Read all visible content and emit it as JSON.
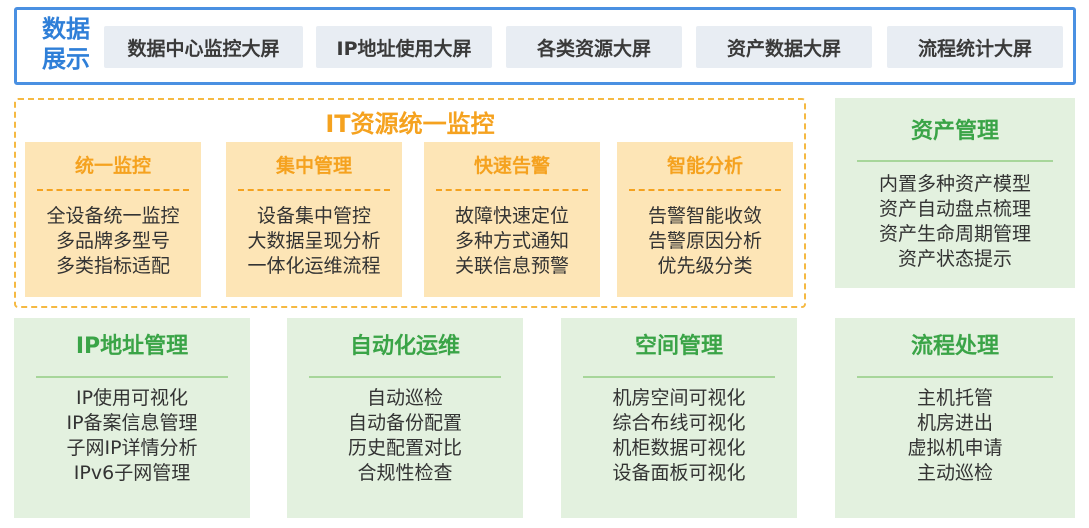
{
  "data_display": {
    "label_line1": "数据",
    "label_line2": "展示",
    "tabs": [
      "数据中心监控大屏",
      "IP地址使用大屏",
      "各类资源大屏",
      "资产数据大屏",
      "流程统计大屏"
    ]
  },
  "it_monitor": {
    "title": "IT资源统一监控",
    "cards": [
      {
        "title": "统一监控",
        "lines": [
          "全设备统一监控",
          "多品牌多型号",
          "多类指标适配"
        ]
      },
      {
        "title": "集中管理",
        "lines": [
          "设备集中管控",
          "大数据呈现分析",
          "一体化运维流程"
        ]
      },
      {
        "title": "快速告警",
        "lines": [
          "故障快速定位",
          "多种方式通知",
          "关联信息预警"
        ]
      },
      {
        "title": "智能分析",
        "lines": [
          "告警智能收敛",
          "告警原因分析",
          "优先级分类"
        ]
      }
    ]
  },
  "asset_mgmt": {
    "title": "资产管理",
    "lines": [
      "内置多种资产模型",
      "资产自动盘点梳理",
      "资产生命周期管理",
      "资产状态提示"
    ]
  },
  "modules": [
    {
      "title": "IP地址管理",
      "lines": [
        "IP使用可视化",
        "IP备案信息管理",
        "子网IP详情分析",
        "IPv6子网管理"
      ]
    },
    {
      "title": "自动化运维",
      "lines": [
        "自动巡检",
        "自动备份配置",
        "历史配置对比",
        "合规性检查"
      ]
    },
    {
      "title": "空间管理",
      "lines": [
        "机房空间可视化",
        "综合布线可视化",
        "机柜数据可视化",
        "设备面板可视化"
      ]
    },
    {
      "title": "流程处理",
      "lines": [
        "主机托管",
        "机房进出",
        "虚拟机申请",
        "主动巡检"
      ]
    }
  ],
  "colors": {
    "top_border": "#4a90e2",
    "top_label": "#2f7fd8",
    "it_accent": "#f5a21f",
    "it_card_bg": "#fde5b6",
    "green_title": "#3aa447",
    "green_bg": "#e3f1df"
  }
}
